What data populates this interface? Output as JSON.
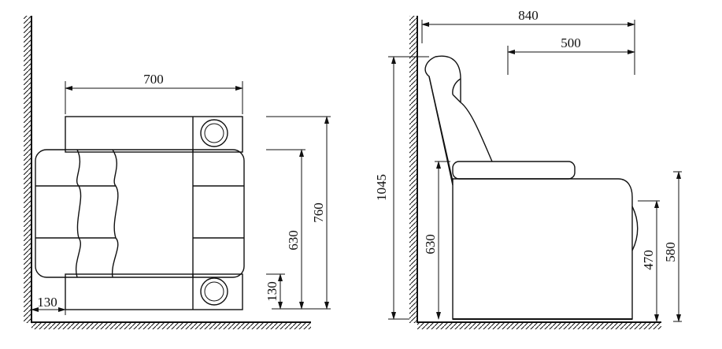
{
  "top_view": {
    "width_label": "700",
    "depth_label": "760",
    "seat_depth_label": "630",
    "armrest_offset_label": "130",
    "wall_gap_label": "130"
  },
  "side_view": {
    "depth_label": "840",
    "seat_length_label": "500",
    "height_label": "1045",
    "back_height_label": "630",
    "front_height_label": "580",
    "seat_height_label": "470"
  }
}
